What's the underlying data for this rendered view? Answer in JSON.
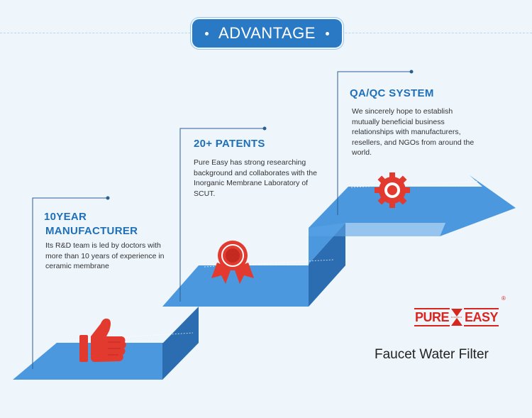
{
  "banner": {
    "title": "ADVANTAGE"
  },
  "steps": [
    {
      "heading_line1": "10YEAR",
      "heading_line2": "MANUFACTURER",
      "description": "Its R&D team is led by doctors with more than 10 years of experience in ceramic membrane",
      "icon": "thumbs-up-icon"
    },
    {
      "heading": "20+ PATENTS",
      "description": "Pure Easy has strong researching background and collaborates with the Inorganic Membrane Laboratory of SCUT.",
      "icon": "award-ribbon-icon"
    },
    {
      "heading": "QA/QC SYSTEM",
      "description": "We sincerely hope to establish mutually beneficial business relationships with manufacturers, resellers, and NGOs from around the world.",
      "icon": "gear-icon"
    }
  ],
  "brand": {
    "word_left": "PURE",
    "word_right": "EASY",
    "registered": "®",
    "product": "Faucet Water Filter"
  },
  "colors": {
    "background": "#eef6fc",
    "accent_blue": "#2a79c4",
    "step_top": "#4f9ae0",
    "step_side": "#2f6fb3",
    "icon_red": "#e23a2e",
    "heading_blue": "#1f6fb8"
  }
}
